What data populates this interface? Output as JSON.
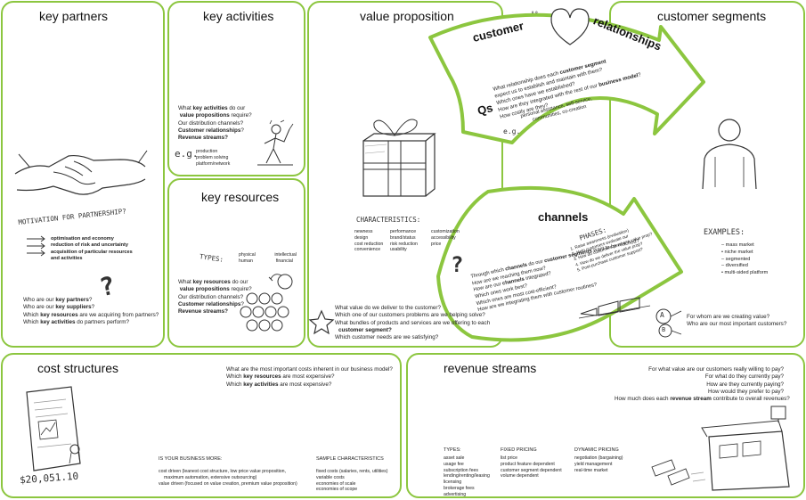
{
  "key_partners": {
    "title": "key partners",
    "motivation_title": "MOTIVATION FOR PARTNERSHIP?",
    "motivations": [
      "optimisation and economy",
      "reduction of risk and uncertainty",
      "acquisition of particular resources",
      "and activities"
    ],
    "questions": {
      "q1_pre": "Who are our ",
      "q1_key": "key partners",
      "q1_post": "?",
      "q2_pre": "Who are our ",
      "q2_key": "key suppliers",
      "q2_post": "?",
      "q3_pre": "Which ",
      "q3_key": "key resources",
      "q3_post": " are we acquiring from partners?",
      "q4_pre": "Which ",
      "q4_key": "key activities",
      "q4_post": " do partners perform?"
    }
  },
  "key_activities": {
    "title": "key activities",
    "q1_pre": "What ",
    "q1_key": "key activities",
    "q1_post": " do our",
    "q2_key": "value propositions",
    "q2_post": " require?",
    "q3": "Our distribution channels?",
    "q4_key": "Customer relationships",
    "q4_post": "?",
    "q5": "Revenue streams?",
    "eg": "e.g.",
    "examples": [
      "production",
      "problem solving",
      "platform/network"
    ]
  },
  "key_resources": {
    "title": "key resources",
    "types_label": "TYPES:",
    "types": [
      "physical",
      "intellectual",
      "human",
      "financial"
    ],
    "q1_pre": "What ",
    "q1_key": "key resources",
    "q1_post": " do our",
    "q2_key": "value propositions",
    "q2_post": " require?",
    "q3": "Our distribution channels?",
    "q4_key": "Customer relationships",
    "q4_post": "?",
    "q5": "Revenue streams?"
  },
  "value_proposition": {
    "title": "value proposition",
    "characteristics_label": "CHARACTERISTICS:",
    "characteristics": [
      [
        "newness",
        "performance",
        "customization"
      ],
      [
        "design",
        "brand/status",
        "accessibility"
      ],
      [
        "cost reduction",
        "risk reduction",
        "price"
      ],
      [
        "convenience",
        "usability",
        ""
      ]
    ],
    "q1": "What value do we deliver to the customer?",
    "q2": "Which one of our customers problems are we helping solve?",
    "q3": "What bundles of products and services are we offering to each",
    "q3b": "customer segment?",
    "q4": "Which customer needs are we satisfying?"
  },
  "customer_relationships": {
    "title_a": "customer",
    "title_b": "relationships",
    "qs_label": "Qs",
    "q1_pre": "What relationship does each ",
    "q1_key": "customer segment",
    "q1b": "expect us to establish and maintain with them?",
    "q2": "Which ones have we established?",
    "q3_pre": "How are they integrated with the rest of our ",
    "q3_key": "business model",
    "q4": "How costly are they?",
    "eg": "e.g.",
    "examples": "personal assistance, self-service,",
    "examples_b": "communities, co-creation"
  },
  "channels": {
    "title": "channels",
    "phases_label": "PHASES:",
    "phases": [
      "1. Raise awareness (evaluation)",
      "2. Help customers evaluate our",
      "3. How do customers purchase value prop?",
      "4. How do we deliver the value prop?",
      "5. Post-purchase customer support?"
    ],
    "q1_pre": "Through which ",
    "q1_key": "channels",
    "q1_mid": " do our ",
    "q1_key2": "customer segments",
    "q1_post": " want to be reached?",
    "q2": "How are we reaching them now?",
    "q3_pre": "How are our ",
    "q3_key": "channels",
    "q3_post": " integrated?",
    "q4": "Which ones work best?",
    "q5": "Which ones are most cost-efficient?",
    "q6": "How are we integrating them with customer routines?"
  },
  "customer_segments": {
    "title": "customer segments",
    "examples_label": "EXAMPLES:",
    "examples": [
      "mass market",
      "niche market",
      "segmented",
      "diversified",
      "multi-sided platform"
    ],
    "q1": "For whom are we creating value?",
    "q2": "Who are our most important customers?",
    "ab": [
      "A",
      "B"
    ]
  },
  "cost_structures": {
    "title": "cost structures",
    "q1": "What are the most important costs inherent in our business model?",
    "q2_pre": "Which ",
    "q2_key": "key resources",
    "q2_post": " are most expensive?",
    "q3_pre": "Which ",
    "q3_key": "key activities",
    "q3_post": " are most expensive?",
    "more_label": "IS YOUR BUSINESS MORE:",
    "more": [
      "cost driven (leanest cost structure, low price value proposition,",
      "maximum automation, extensive outsourcing)",
      "value driven (focused on value creation, premium value proposition)"
    ],
    "sample_label": "SAMPLE CHARACTERISTICS",
    "sample": [
      "fixed costs (salaries, rents, utilities)",
      "variable costs",
      "economies of scale",
      "economies of scope"
    ],
    "bill_amount": "$20,051.10"
  },
  "revenue_streams": {
    "title": "revenue streams",
    "questions": [
      "For what value are our customers really willing to pay?",
      "For what do they currently pay?",
      "How are they currently paying?",
      "How would they prefer to pay?"
    ],
    "q5_pre": "How much does each ",
    "q5_key": "revenue stream",
    "q5_post": " contribute to overall revenues?",
    "types_label": "TYPES:",
    "types": [
      "asset sale",
      "usage fee",
      "subscription fees",
      "lending/renting/leasing",
      "licensing",
      "brokerage fees",
      "advertising"
    ],
    "fixed_label": "FIXED PRICING",
    "fixed": [
      "list price",
      "product feature dependent",
      "customer segment dependent",
      "volume dependent"
    ],
    "dynamic_label": "DYNAMIC PRICING",
    "dynamic": [
      "negotiation (bargaining)",
      "yield management",
      "real-time market"
    ]
  },
  "colors": {
    "accent": "#8cc63f",
    "ink": "#222222"
  }
}
